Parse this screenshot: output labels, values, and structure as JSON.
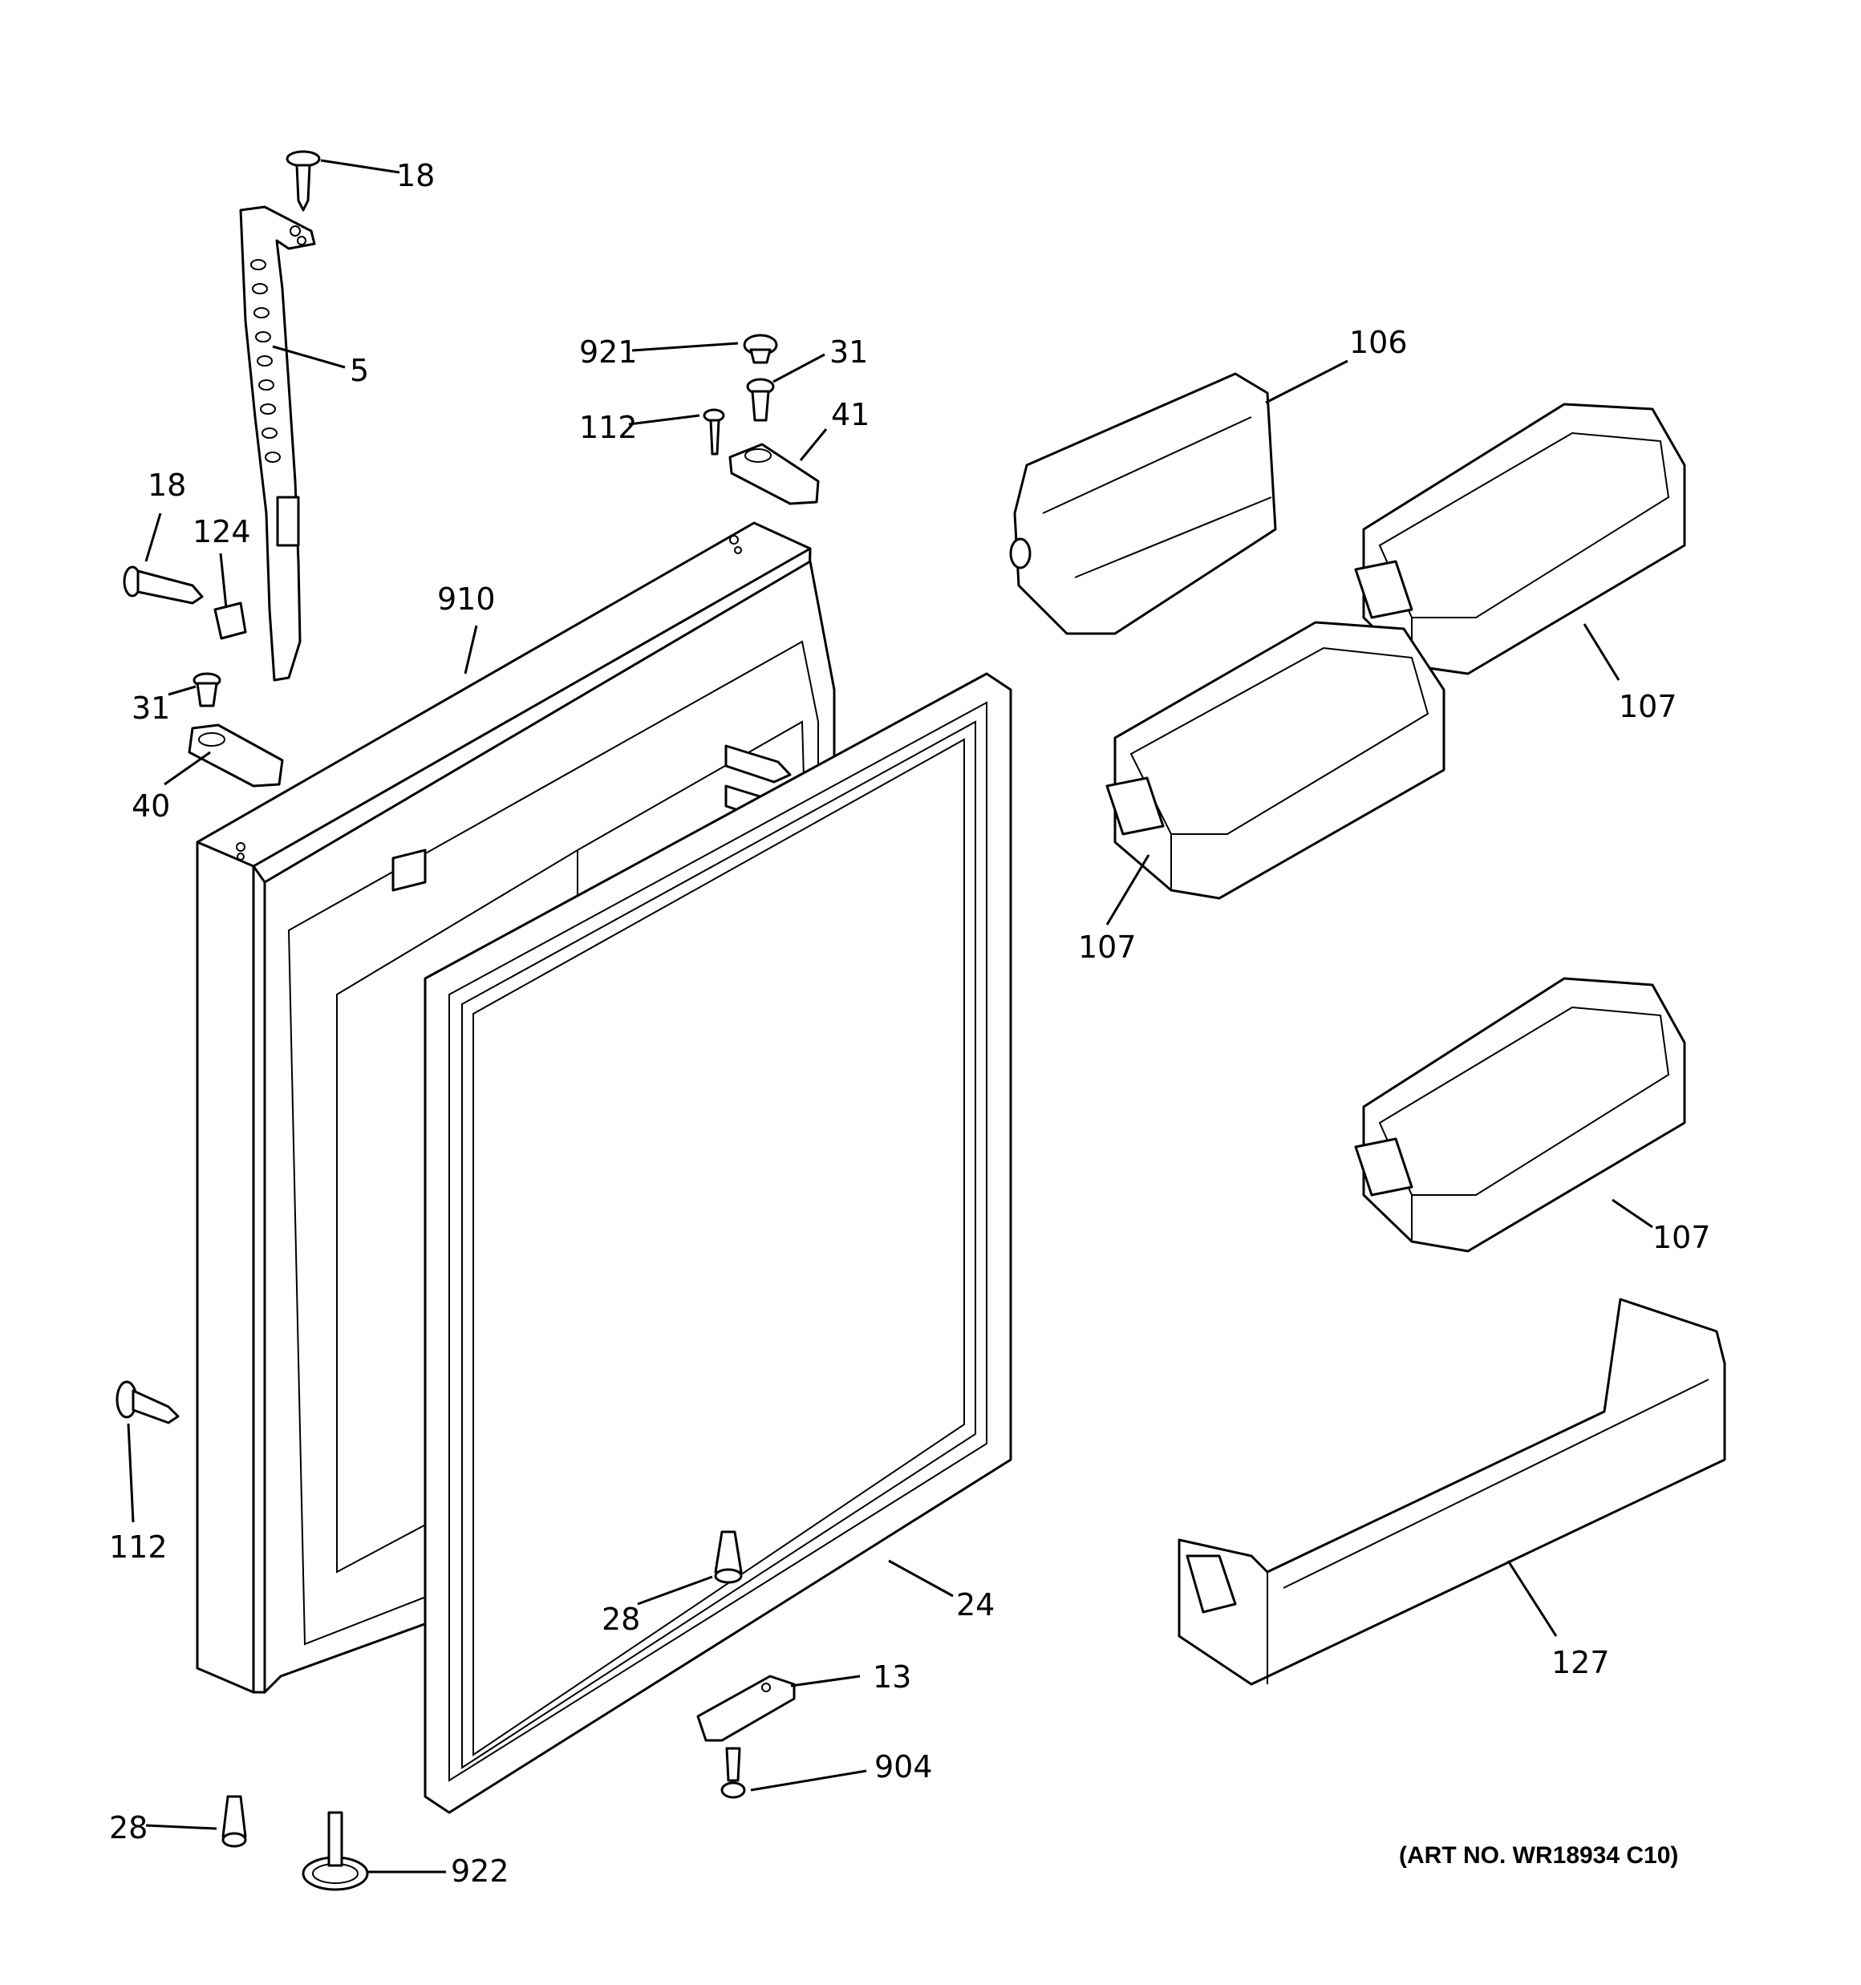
{
  "labels": {
    "l18a": "18",
    "l5": "5",
    "l18b": "18",
    "l124": "124",
    "l910": "910",
    "l31a": "31",
    "l40": "40",
    "l921": "921",
    "l31b": "31",
    "l112a": "112",
    "l41": "41",
    "l106": "106",
    "l107a": "107",
    "l107b": "107",
    "l107c": "107",
    "l112b": "112",
    "l28a": "28",
    "l24": "24",
    "l13": "13",
    "l904": "904",
    "l127": "127",
    "l28b": "28",
    "l922": "922"
  },
  "art_number": "(ART NO. WR18934 C10)"
}
